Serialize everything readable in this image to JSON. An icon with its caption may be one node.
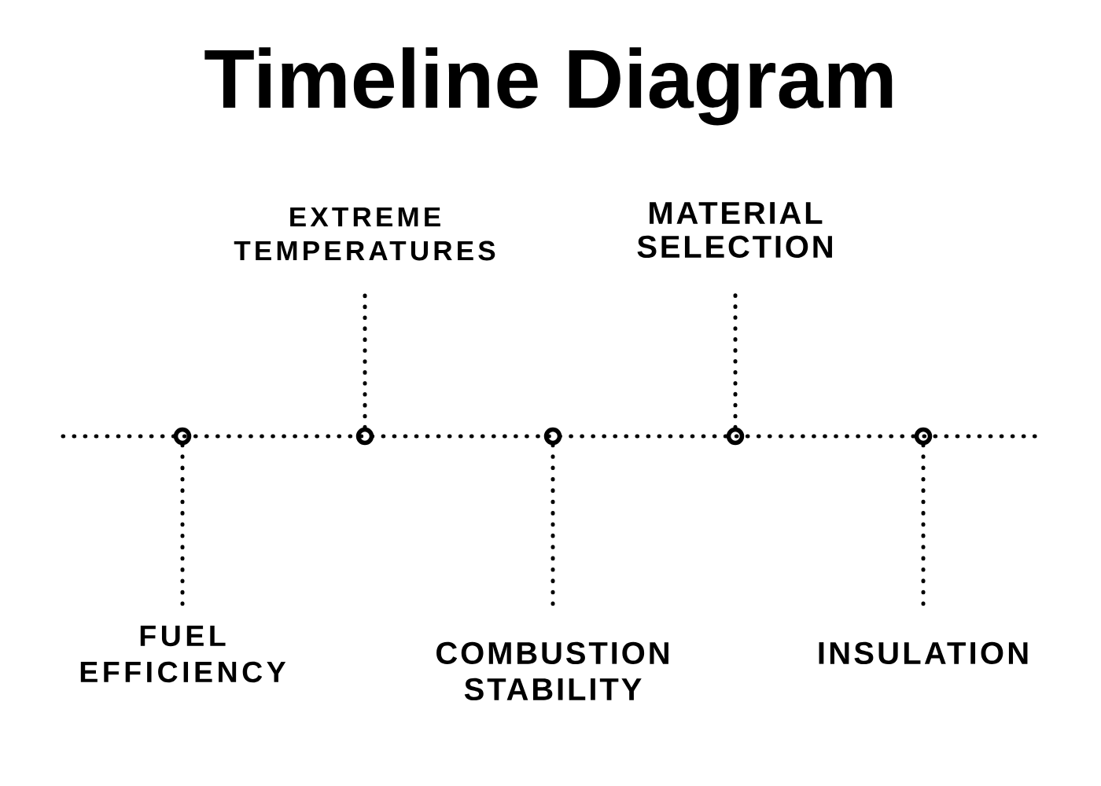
{
  "diagram": {
    "title": "Timeline Diagram",
    "nodes": [
      {
        "text": [
          "EXTREME TEMPERATURES"
        ]
      },
      {
        "text": [
          "MATERIAL SELECTION"
        ]
      },
      {
        "text": [],
        "shape": "circle"
      },
      {
        "text": [],
        "shape": "circle"
      },
      {
        "text": [],
        "shape": "circle"
      },
      {
        "text": [],
        "shape": "circle"
      },
      {
        "text": [],
        "shape": "circle"
      },
      {
        "text": [
          "FUEL EFFICIENCY"
        ]
      },
      {
        "text": [
          "COMBUSTION STABILITY"
        ]
      },
      {
        "text": [
          "INSULATION"
        ]
      }
    ],
    "edges": [
      {
        "from": 0,
        "to": 3,
        "arrow": "none"
      },
      {
        "from": 1,
        "to": 5,
        "arrow": "none"
      },
      {
        "from": 7,
        "to": 2,
        "arrow": "none"
      },
      {
        "from": 8,
        "to": 4,
        "arrow": "none"
      },
      {
        "from": 9,
        "to": 6,
        "arrow": "none"
      }
    ]
  }
}
